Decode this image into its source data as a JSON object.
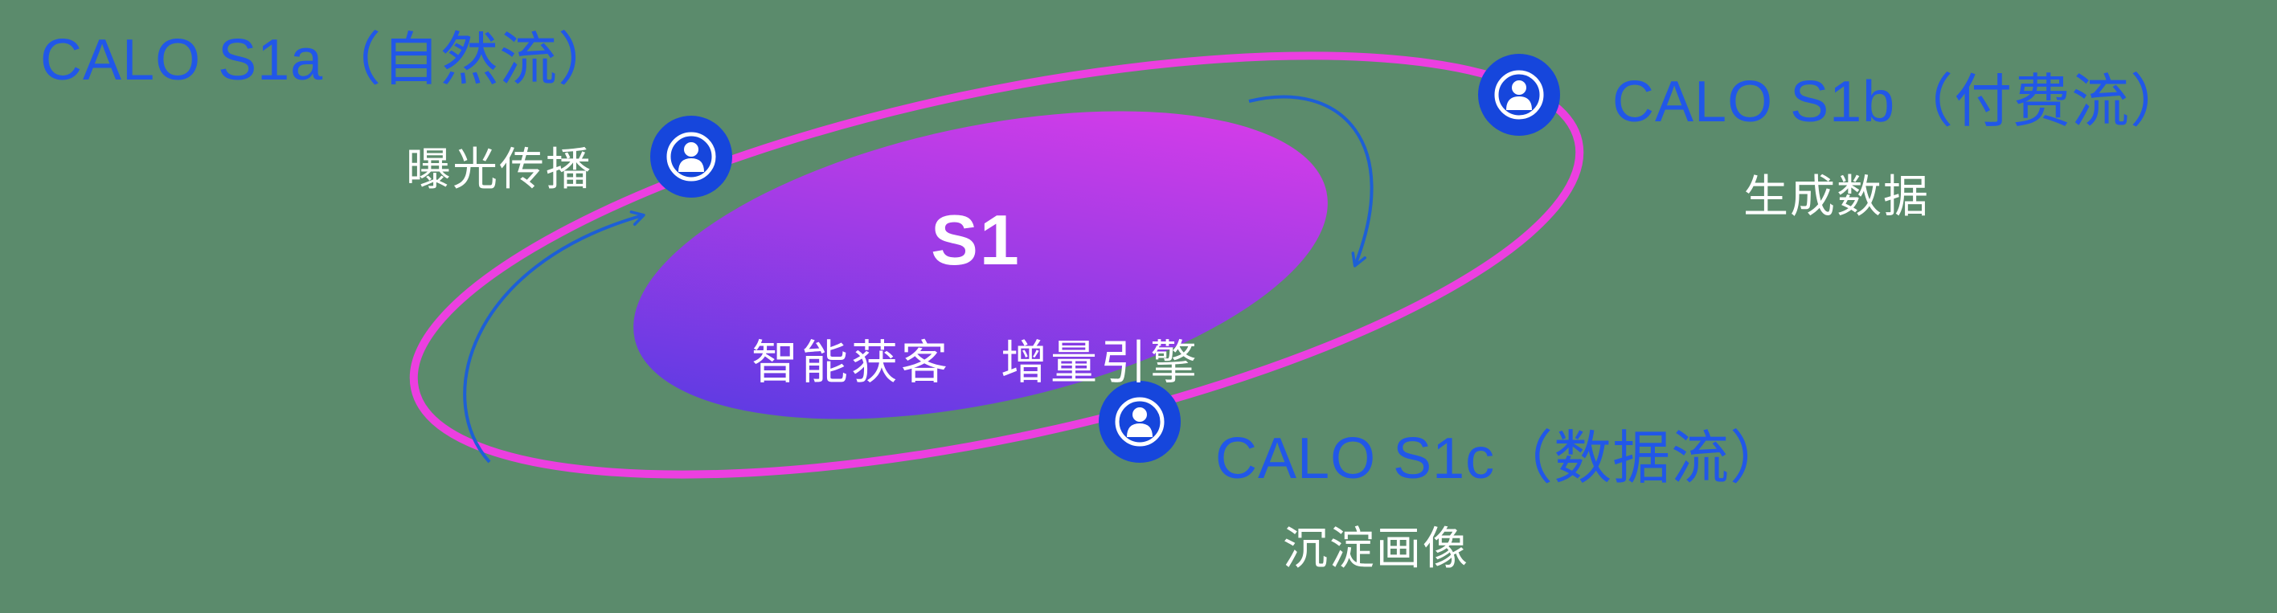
{
  "background_color": "#5b8b6c",
  "center": {
    "title": "S1",
    "subtitle": "智能获客　增量引擎",
    "gradient_start": "#4a3be2",
    "gradient_end": "#e93ce9"
  },
  "orbit": {
    "color": "#ec3fe0"
  },
  "nodes": [
    {
      "id": "s1a",
      "label": "CALO S1a（自然流）",
      "sublabel": "曝光传播",
      "icon": "person-circle-icon"
    },
    {
      "id": "s1b",
      "label": "CALO S1b（付费流）",
      "sublabel": "生成数据",
      "icon": "person-circle-icon"
    },
    {
      "id": "s1c",
      "label": "CALO S1c（数据流）",
      "sublabel": "沉淀画像",
      "icon": "person-circle-icon"
    }
  ],
  "colors": {
    "label_blue": "#2157e8",
    "node_blue": "#1646dc",
    "arrow_blue": "#1d5fd6",
    "text_white": "#ffffff"
  }
}
